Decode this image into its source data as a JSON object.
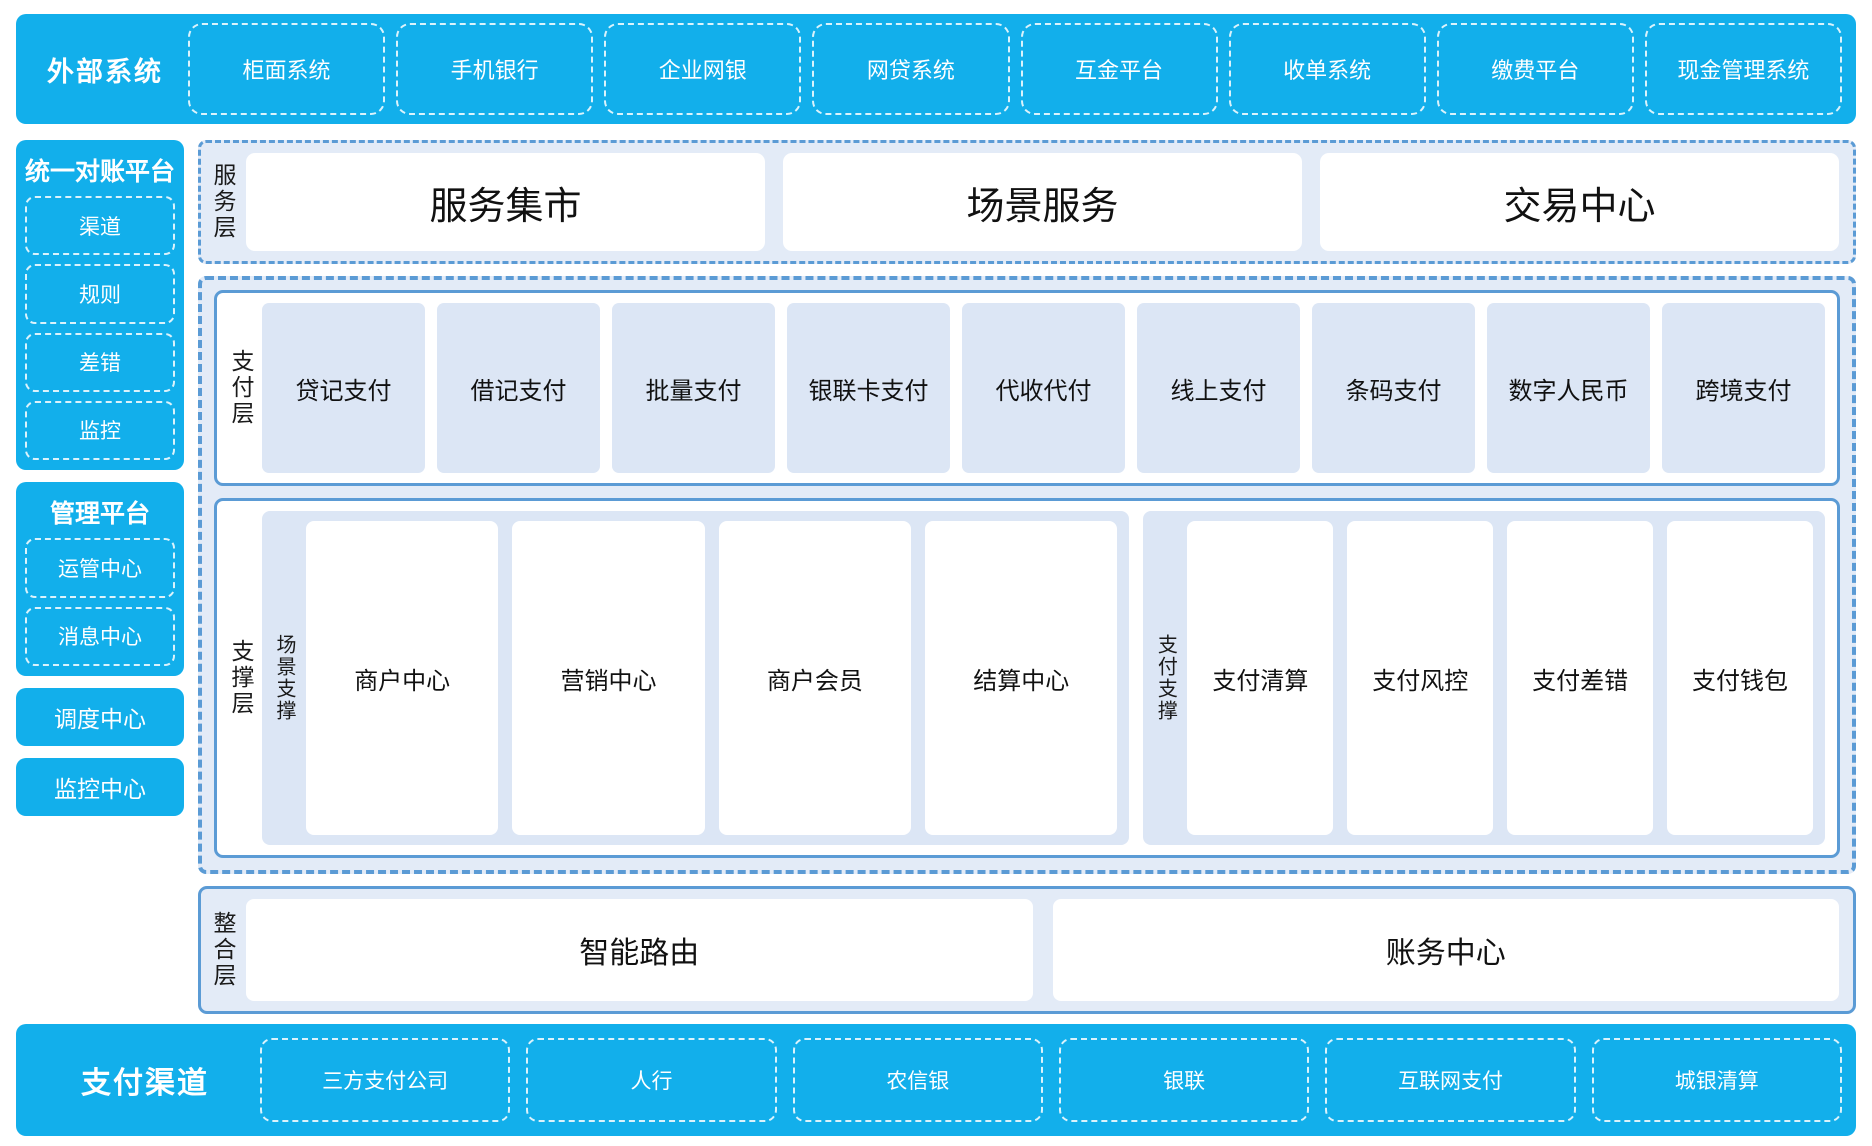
{
  "colors": {
    "brand_blue": "#12AFEB",
    "panel_fill": "#E3EBF7",
    "panel_border": "#5B9BD5",
    "chip_fill": "#DCE6F5",
    "card_white": "#FFFFFF",
    "text_dark": "#111111",
    "text_on_blue": "#FFFFFF"
  },
  "external_systems": {
    "title": "外部系统",
    "items": [
      {
        "label": "柜面系统"
      },
      {
        "label": "手机银行"
      },
      {
        "label": "企业网银"
      },
      {
        "label": "网贷系统"
      },
      {
        "label": "互金平台"
      },
      {
        "label": "收单系统"
      },
      {
        "label": "缴费平台"
      },
      {
        "label": "现金管理系统"
      }
    ]
  },
  "rail": {
    "reconciliation_platform": {
      "title": "统一对账平台",
      "items": [
        {
          "label": "渠道"
        },
        {
          "label": "规则"
        },
        {
          "label": "差错"
        },
        {
          "label": "监控"
        }
      ]
    },
    "management_platform": {
      "title": "管理平台",
      "items": [
        {
          "label": "运管中心"
        },
        {
          "label": "消息中心"
        }
      ]
    },
    "standalone": [
      {
        "label": "调度中心"
      },
      {
        "label": "监控中心"
      }
    ]
  },
  "service_layer": {
    "label": "服务层",
    "cards": [
      {
        "label": "服务集市"
      },
      {
        "label": "场景服务"
      },
      {
        "label": "交易中心"
      }
    ]
  },
  "payment_layer": {
    "label": "支付层",
    "items": [
      {
        "label": "贷记支付"
      },
      {
        "label": "借记支付"
      },
      {
        "label": "批量支付"
      },
      {
        "label": "银联卡支付"
      },
      {
        "label": "代收代付"
      },
      {
        "label": "线上支付"
      },
      {
        "label": "条码支付"
      },
      {
        "label": "数字人民币"
      },
      {
        "label": "跨境支付"
      }
    ]
  },
  "support_layer": {
    "label": "支撑层",
    "groups": [
      {
        "label": "场景支撑",
        "cards": [
          {
            "label": "商户中心"
          },
          {
            "label": "营销中心"
          },
          {
            "label": "商户会员"
          },
          {
            "label": "结算中心"
          }
        ]
      },
      {
        "label": "支付支撑",
        "cards": [
          {
            "label": "支付清算"
          },
          {
            "label": "支付风控"
          },
          {
            "label": "支付差错"
          },
          {
            "label": "支付钱包"
          }
        ]
      }
    ]
  },
  "integration_layer": {
    "label": "整合层",
    "cards": [
      {
        "label": "智能路由"
      },
      {
        "label": "账务中心"
      }
    ]
  },
  "payment_channels": {
    "title": "支付渠道",
    "items": [
      {
        "label": "三方支付公司"
      },
      {
        "label": "人行"
      },
      {
        "label": "农信银"
      },
      {
        "label": "银联"
      },
      {
        "label": "互联网支付"
      },
      {
        "label": "城银清算"
      }
    ]
  }
}
